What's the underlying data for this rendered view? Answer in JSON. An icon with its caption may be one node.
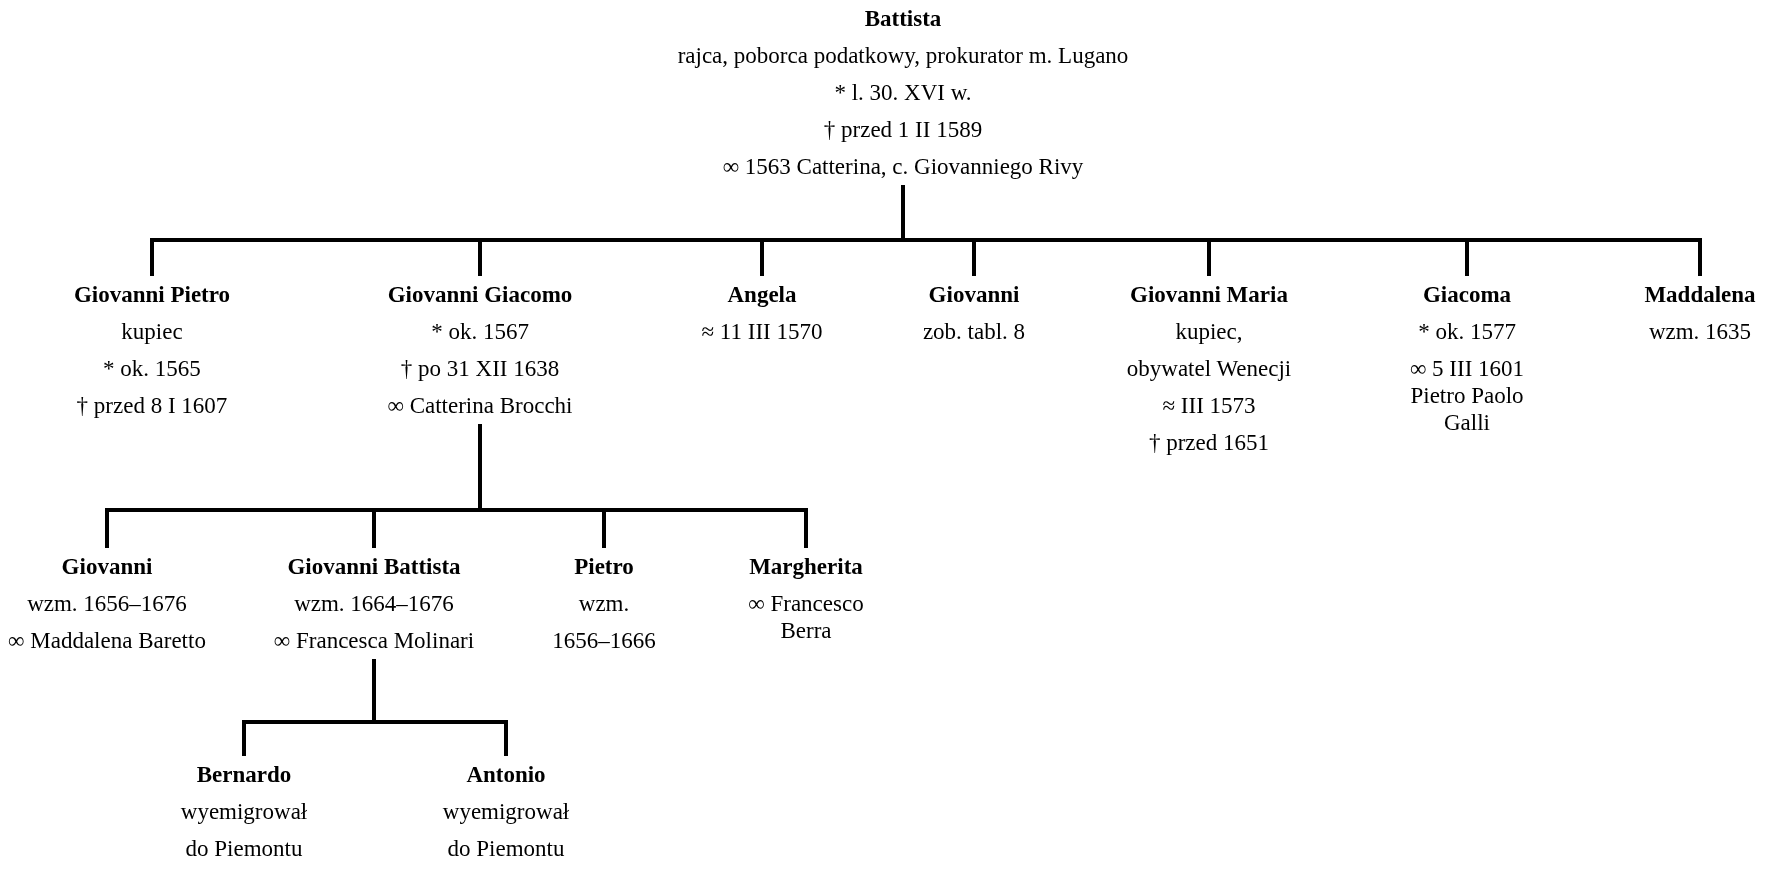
{
  "diagram": {
    "nodes": [
      {
        "text": [
          "Battista",
          "rajca, poborca podatkowy, prokurator m. Lugano",
          "* l. 30. XVI w.",
          "† przed 1 II 1589",
          "∞ 1563 Catterina, c. Giovanniego Rivy"
        ]
      },
      {
        "text": [
          "Giovanni Pietro",
          "kupiec",
          "* ok. 1565",
          "† przed 8 I 1607"
        ]
      },
      {
        "text": [
          "Giovanni Giacomo",
          "* ok. 1567",
          "† po 31 XII 1638",
          "∞ Catterina Brocchi"
        ]
      },
      {
        "text": [
          "Angela",
          "≈ 11 III 1570"
        ]
      },
      {
        "text": [
          "Giovanni",
          "zob. tabl. 8"
        ]
      },
      {
        "text": [
          "Giovanni Maria",
          "kupiec,",
          "obywatel Wenecji",
          "≈ III 1573",
          "† przed 1651"
        ]
      },
      {
        "text": [
          "Giacoma",
          "* ok. 1577",
          "∞ 5 III 1601 Pietro Paolo Galli"
        ]
      },
      {
        "text": [
          "Maddalena",
          "wzm. 1635"
        ]
      },
      {
        "text": [
          "Giovanni",
          "wzm. 1656–1676",
          "∞ Maddalena Baretto"
        ]
      },
      {
        "text": [
          "Giovanni Battista",
          "wzm. 1664–1676",
          "∞ Francesca Molinari"
        ]
      },
      {
        "text": [
          "Pietro",
          "wzm.",
          "1656–1666"
        ]
      },
      {
        "text": [
          "Margherita",
          "∞ Francesco Berra"
        ]
      },
      {
        "text": [
          "Bernardo",
          "wyemigrował",
          "do Piemontu"
        ]
      },
      {
        "text": [
          "Antonio",
          "wyemigrował",
          "do Piemontu"
        ]
      }
    ],
    "edges": [
      {
        "from": 0,
        "to": 1,
        "arrow": "none"
      },
      {
        "from": 0,
        "to": 2,
        "arrow": "none"
      },
      {
        "from": 0,
        "to": 3,
        "arrow": "none"
      },
      {
        "from": 0,
        "to": 4,
        "arrow": "none"
      },
      {
        "from": 0,
        "to": 5,
        "arrow": "none"
      },
      {
        "from": 0,
        "to": 6,
        "arrow": "none"
      },
      {
        "from": 0,
        "to": 7,
        "arrow": "none"
      },
      {
        "from": 2,
        "to": 8,
        "arrow": "none"
      },
      {
        "from": 2,
        "to": 9,
        "arrow": "none"
      },
      {
        "from": 2,
        "to": 10,
        "arrow": "none"
      },
      {
        "from": 2,
        "to": 11,
        "arrow": "none"
      },
      {
        "from": 9,
        "to": 12,
        "arrow": "none"
      },
      {
        "from": 9,
        "to": 13,
        "arrow": "none"
      }
    ]
  }
}
